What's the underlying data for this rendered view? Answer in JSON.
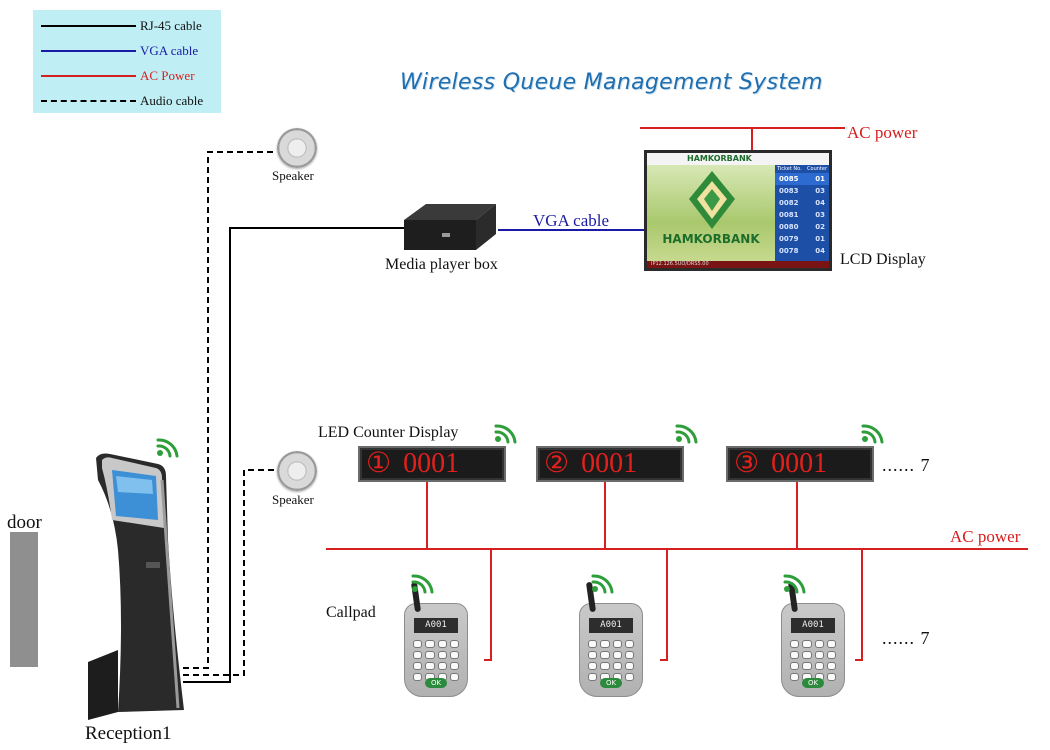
{
  "legend": [
    {
      "label": "RJ-45 cable",
      "color": "#000000",
      "style": "solid"
    },
    {
      "label": "VGA cable",
      "color": "#1a1aa6",
      "style": "solid"
    },
    {
      "label": "AC Power",
      "color": "#d6201f",
      "style": "solid"
    },
    {
      "label": "Audio cable",
      "color": "#000000",
      "style": "dashed"
    }
  ],
  "title": "Wireless Queue Management System",
  "labels": {
    "ac_power_top": "AC power",
    "ac_power_bottom": "AC power",
    "vga_cable": "VGA cable",
    "media_player": "Media player box",
    "lcd_display": "LCD Display",
    "speaker_top": "Speaker",
    "speaker_bottom": "Speaker",
    "led_counter_display": "LED Counter Display",
    "callpad": "Callpad",
    "door": "door",
    "reception": "Reception1",
    "more_displays": "...... 7",
    "more_callpads": "...... 7"
  },
  "lcd_screen": {
    "bank_name": "HAMKORBANK",
    "header_ticket": "Ticket No.",
    "header_counter": "Counter",
    "footer": "IP12.126.5UO/DRS5.00",
    "rows": [
      {
        "ticket": "0085",
        "counter": "01"
      },
      {
        "ticket": "0083",
        "counter": "03"
      },
      {
        "ticket": "0082",
        "counter": "04"
      },
      {
        "ticket": "0081",
        "counter": "03"
      },
      {
        "ticket": "0080",
        "counter": "02"
      },
      {
        "ticket": "0079",
        "counter": "01"
      },
      {
        "ticket": "0078",
        "counter": "04"
      }
    ]
  },
  "led_displays": [
    {
      "counter": "①",
      "ticket": "0001"
    },
    {
      "counter": "②",
      "ticket": "0001"
    },
    {
      "counter": "③",
      "ticket": "0001"
    }
  ],
  "callpads": [
    {
      "screen": "A001",
      "ok_label": "OK"
    },
    {
      "screen": "A001",
      "ok_label": "OK"
    },
    {
      "screen": "A001",
      "ok_label": "OK"
    }
  ],
  "colors": {
    "rj45": "#000000",
    "vga": "#1a1aa6",
    "ac_power": "#d6201f",
    "title": "#1f6fb0",
    "led_text": "#e3201b",
    "wifi": "#2e9e3a"
  }
}
